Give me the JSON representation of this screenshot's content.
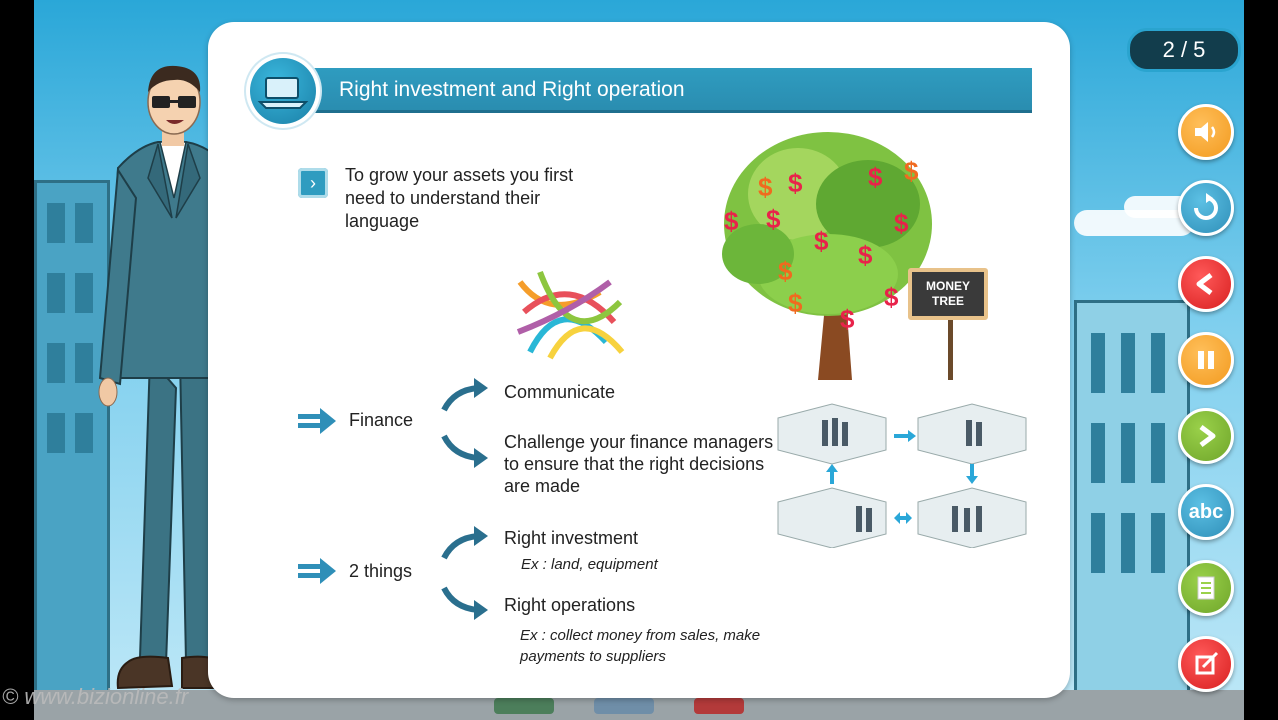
{
  "page_counter": "2 / 5",
  "title": "Right investment and Right operation",
  "intro_text": "To grow your assets you first need to understand their language",
  "finance": {
    "label": "Finance",
    "item1": "Communicate",
    "item2": "Challenge your finance managers to ensure that the right decisions are made"
  },
  "two_things": {
    "label": "2 things",
    "item1": "Right investment",
    "item1_example": "Ex : land, equipment",
    "item2": "Right operations",
    "item2_example": "Ex : collect money from sales, make payments to suppliers"
  },
  "money_tree_sign": "MONEY TREE",
  "watermark": "© www.bizionline.fr",
  "side_buttons": [
    {
      "name": "sound-button",
      "icon": "speaker-icon",
      "color": "#f29a1f"
    },
    {
      "name": "replay-button",
      "icon": "replay-icon",
      "color": "#2f8fb8"
    },
    {
      "name": "previous-button",
      "icon": "chevron-left-icon",
      "color": "#d81f1f"
    },
    {
      "name": "pause-button",
      "icon": "pause-icon",
      "color": "#f29a1f"
    },
    {
      "name": "next-button",
      "icon": "chevron-right-icon",
      "color": "#6fa52a"
    },
    {
      "name": "glossary-button",
      "icon": "abc-icon",
      "color": "#2f8fb8"
    },
    {
      "name": "notes-button",
      "icon": "document-icon",
      "color": "#6fa52a"
    },
    {
      "name": "fullscreen-button",
      "icon": "fullscreen-icon",
      "color": "#d81f1f"
    }
  ],
  "abc_label": "abc"
}
